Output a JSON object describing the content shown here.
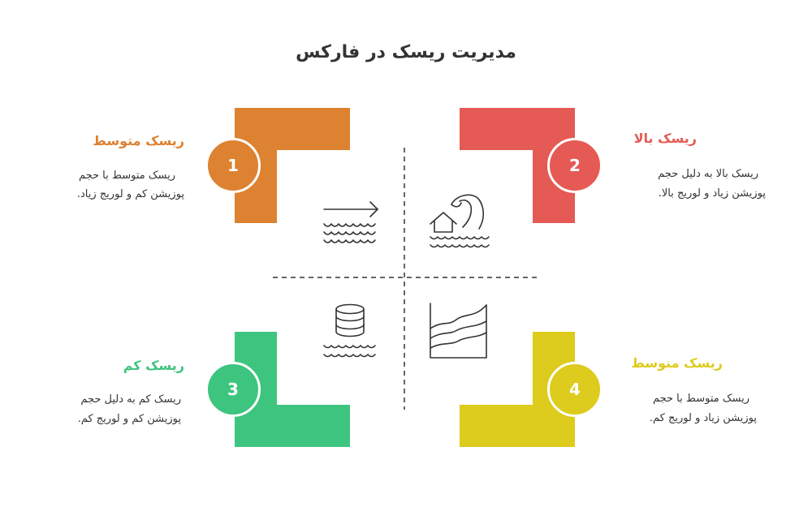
{
  "title": "مدیریت ریسک در فارکس",
  "colors": {
    "orange": "#DD8230",
    "red": "#E55A55",
    "green": "#3DC57F",
    "yellow": "#DDCB1D",
    "line": "#333333",
    "text": "#333333"
  },
  "quadrants": [
    {
      "number": "1",
      "heading": "ریسک متوسط",
      "desc_line1": "ریسک متوسط با حجم",
      "desc_line2": "پوزیشن کم و لوریج زیاد.",
      "color": "#DD8230",
      "icon": "waves-arrow-icon"
    },
    {
      "number": "2",
      "heading": "ریسک بالا",
      "desc_line1": "ریسک بالا به دلیل حجم",
      "desc_line2": "پوزیشن زیاد و لوریج بالا.",
      "color": "#E55A55",
      "icon": "tsunami-house-icon"
    },
    {
      "number": "3",
      "heading": "ریسک کم",
      "desc_line1": "ریسک کم به دلیل حجم",
      "desc_line2": "پوزیشن کم و لوریج کم.",
      "color": "#3DC57F",
      "icon": "database-waves-icon"
    },
    {
      "number": "4",
      "heading": "ریسک متوسط",
      "desc_line1": "ریسک متوسط با حجم",
      "desc_line2": "پوزیشن زیاد و لوریج کم.",
      "color": "#DDCB1D",
      "icon": "area-chart-icon"
    }
  ]
}
